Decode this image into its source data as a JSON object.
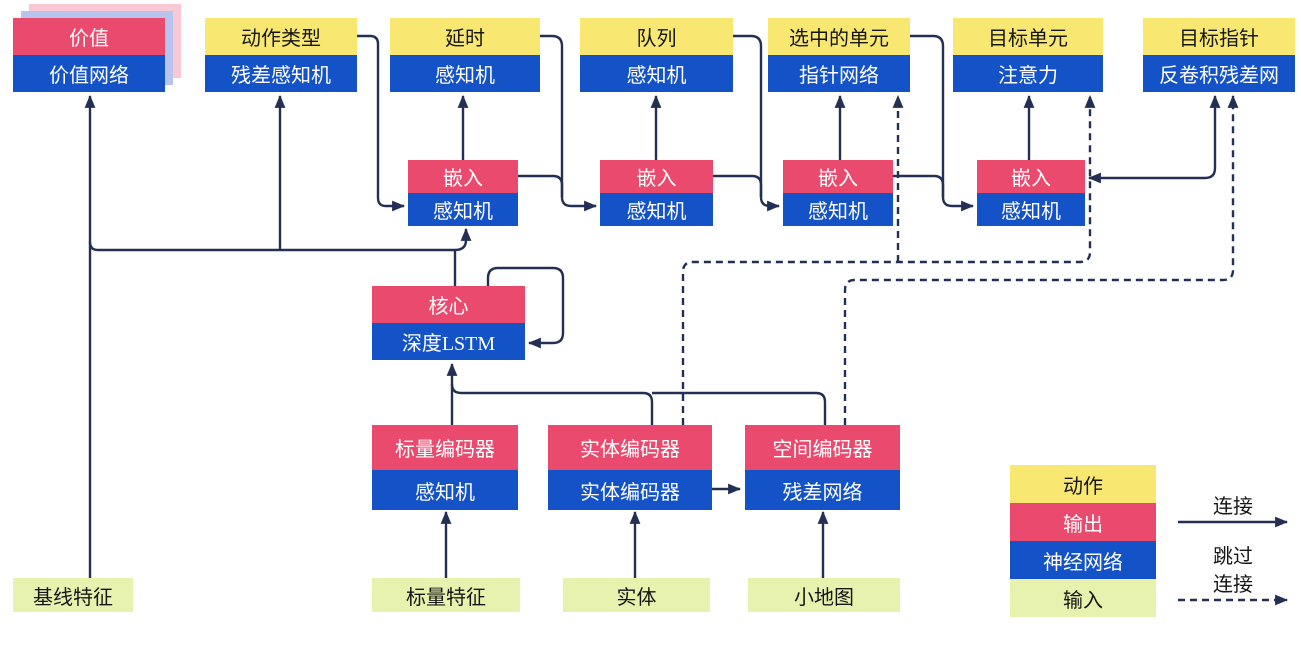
{
  "colors": {
    "action": "#f8e871",
    "output": "#ea4a6e",
    "network": "#1452c8",
    "input": "#e6f2ad",
    "line": "#232f55",
    "shadow_pink": "#f8c9d5",
    "shadow_blue": "#b9c4ee"
  },
  "nodes": {
    "value": {
      "top": "价值",
      "bottom": "价值网络"
    },
    "action_type": {
      "top": "动作类型",
      "bottom": "残差感知机"
    },
    "delay": {
      "top": "延时",
      "bottom": "感知机"
    },
    "queue": {
      "top": "队列",
      "bottom": "感知机"
    },
    "selected_units": {
      "top": "选中的单元",
      "bottom": "指针网络"
    },
    "target_unit": {
      "top": "目标单元",
      "bottom": "注意力"
    },
    "target_point": {
      "top": "目标指针",
      "bottom": "反卷积残差网"
    },
    "embed1": {
      "top": "嵌入",
      "bottom": "感知机"
    },
    "embed2": {
      "top": "嵌入",
      "bottom": "感知机"
    },
    "embed3": {
      "top": "嵌入",
      "bottom": "感知机"
    },
    "embed4": {
      "top": "嵌入",
      "bottom": "感知机"
    },
    "core": {
      "top": "核心",
      "bottom": "深度LSTM"
    },
    "scalar_encoder": {
      "top": "标量编码器",
      "bottom": "感知机"
    },
    "entity_encoder": {
      "top": "实体编码器",
      "bottom": "实体编码器"
    },
    "spatial_encoder": {
      "top": "空间编码器",
      "bottom": "残差网络"
    }
  },
  "inputs": {
    "baseline": "基线特征",
    "scalar": "标量特征",
    "entities": "实体",
    "minimap": "小地图"
  },
  "legend": {
    "action": "动作",
    "output": "输出",
    "network": "神经网络",
    "input": "输入",
    "solid": "连接",
    "skip1": "跳过",
    "skip2": "连接"
  }
}
